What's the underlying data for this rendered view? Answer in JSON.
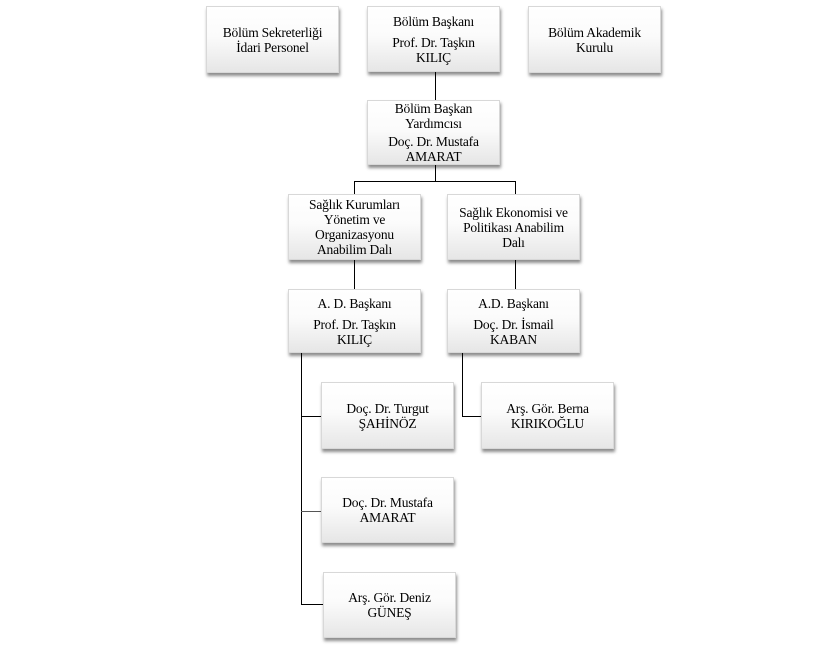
{
  "org_chart": {
    "top_row": {
      "secretariat": {
        "line1": "Bölüm Sekreterliği",
        "line2": "İdari Personel"
      },
      "head": {
        "title": "Bölüm Başkanı",
        "name_line1": "Prof. Dr. Taşkın",
        "name_line2": "KILIÇ"
      },
      "academic_board": {
        "line1": "Bölüm Akademik",
        "line2": "Kurulu"
      }
    },
    "deputy_head": {
      "title_line1": "Bölüm Başkan",
      "title_line2": "Yardımcısı",
      "name_line1": "Doç. Dr. Mustafa",
      "name_line2": "AMARAT"
    },
    "departments": [
      {
        "name_lines": [
          "Sağlık Kurumları",
          "Yönetim ve",
          "Organizasyonu",
          "Anabilim Dalı"
        ],
        "chair": {
          "title": "A. D. Başkanı",
          "name_line1": "Prof. Dr. Taşkın",
          "name_line2": "KILIÇ"
        },
        "members": [
          {
            "line1": "Doç. Dr. Turgut",
            "line2": "ŞAHİNÖZ"
          },
          {
            "line1": "Doç. Dr. Mustafa",
            "line2": "AMARAT"
          },
          {
            "line1": "Arş. Gör. Deniz",
            "line2": "GÜNEŞ"
          }
        ]
      },
      {
        "name_lines": [
          "Sağlık Ekonomisi ve",
          "Politikası Anabilim",
          "Dalı"
        ],
        "chair": {
          "title": "A.D. Başkanı",
          "name_line1": "Doç. Dr. İsmail",
          "name_line2": "KABAN"
        },
        "members": [
          {
            "line1": "Arş. Gör. Berna",
            "line2": "KIRIKOĞLU"
          }
        ]
      }
    ]
  }
}
